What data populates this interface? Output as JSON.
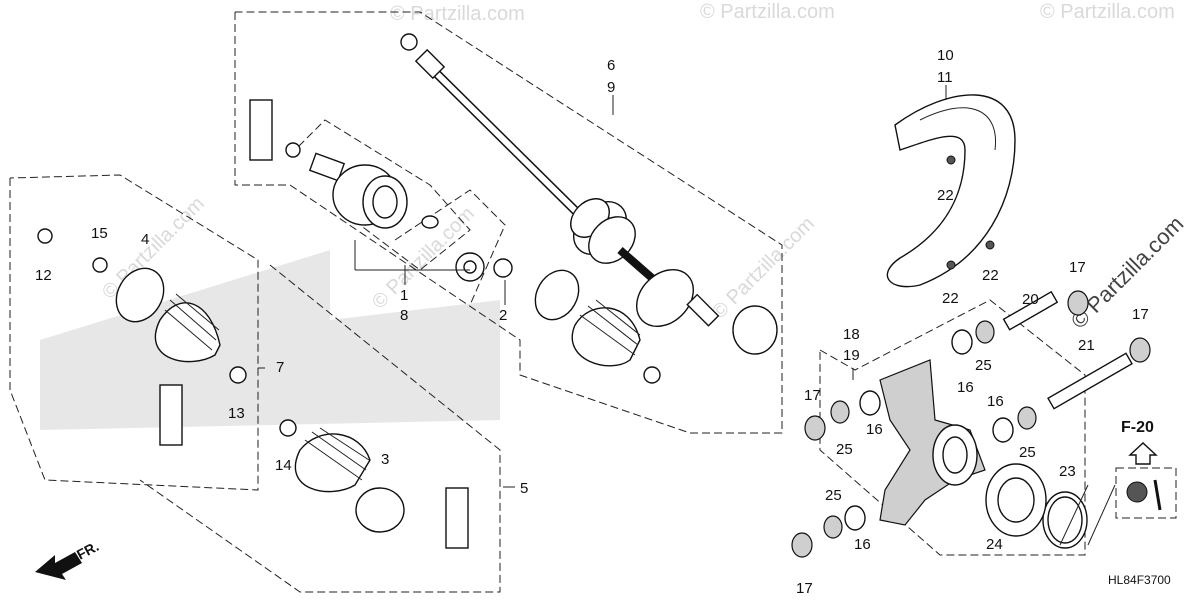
{
  "diagram": {
    "reference_code": "HL84F3700",
    "direction_label": "FR.",
    "section_ref": "F-20",
    "watermarks": [
      "© Partzilla.com",
      "© Partzilla.com",
      "© Partzilla.com",
      "© Partzilla.com",
      "© Partzilla.com",
      "© Partzilla.com",
      "© Partzilla.com"
    ],
    "callouts": {
      "c1": "1",
      "c8": "8",
      "c2": "2",
      "c3": "3",
      "c4": "4",
      "c5": "5",
      "c6": "6",
      "c9": "9",
      "c7": "7",
      "c10": "10",
      "c11": "11",
      "c12": "12",
      "c13": "13",
      "c14": "14",
      "c15": "15",
      "c16a": "16",
      "c16b": "16",
      "c16c": "16",
      "c16d": "16",
      "c17a": "17",
      "c17b": "17",
      "c17c": "17",
      "c17d": "17",
      "c18": "18",
      "c19": "19",
      "c20": "20",
      "c21": "21",
      "c22a": "22",
      "c22b": "22",
      "c22c": "22",
      "c23": "23",
      "c24": "24",
      "c25a": "25",
      "c25b": "25",
      "c25c": "25",
      "c25d": "25"
    }
  }
}
